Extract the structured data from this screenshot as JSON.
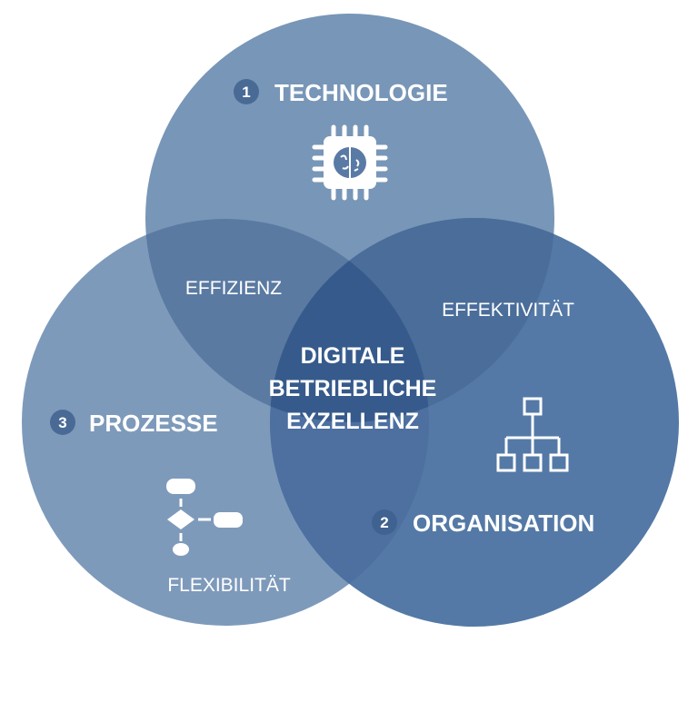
{
  "circles": {
    "technology": {
      "number": "1",
      "label": "TECHNOLOGIE",
      "color": "#7896b7"
    },
    "organisation": {
      "number": "2",
      "label": "ORGANISATION",
      "color": "#5479a6"
    },
    "processes": {
      "number": "3",
      "label": "PROZESSE",
      "color": "#7e9abb"
    }
  },
  "overlaps": {
    "tech_process": "EFFIZIENZ",
    "tech_org": "EFFEKTIVITÄT",
    "process_org": "FLEXIBILITÄT"
  },
  "center": {
    "line1": "DIGITALE",
    "line2": "BETRIEBLICHE",
    "line3": "EXZELLENZ"
  },
  "icons": [
    "chip-brain-icon",
    "org-chart-icon",
    "flowchart-icon"
  ],
  "badge_color": "#4a6a96"
}
